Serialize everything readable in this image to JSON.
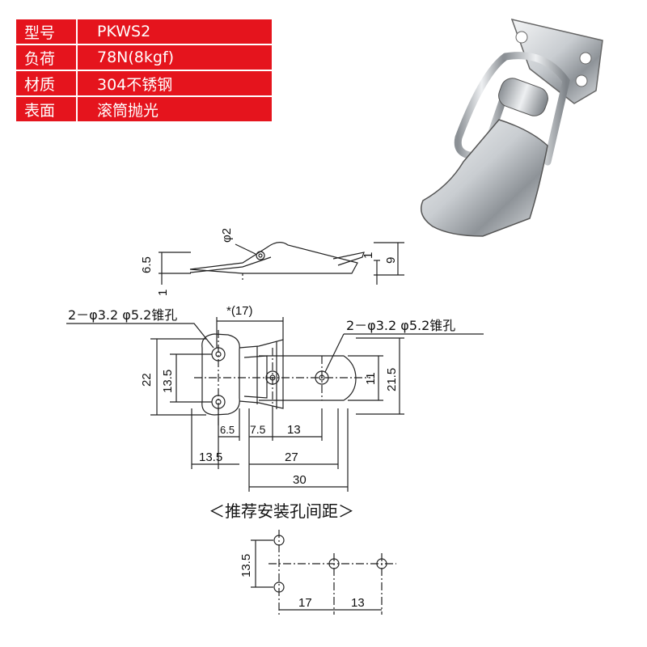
{
  "specs": [
    {
      "key": "型号",
      "value": "PKWS2"
    },
    {
      "key": "负荷",
      "value": "78N(8kgf)"
    },
    {
      "key": "材质",
      "value": "304不锈钢"
    },
    {
      "key": "表面",
      "value": "滚筒抛光"
    }
  ],
  "colors": {
    "table_bg": "#e5141d",
    "table_text": "#ffffff",
    "line": "#222222"
  },
  "side_view": {
    "dim_phi2": "φ2",
    "dim_6_5": "6.5",
    "dim_1_left": "1",
    "dim_1_right": "1",
    "dim_9": "9"
  },
  "top_view": {
    "hole_note_left": "2－φ3.2 φ5.2锥孔",
    "hole_note_right": "2－φ3.2 φ5.2锥孔",
    "dim_17": "*(17)",
    "dim_22": "22",
    "dim_13_5_v": "13.5",
    "dim_11": "11",
    "dim_21_5": "21.5",
    "dim_6_5": "6.5",
    "dim_7_5": "7.5",
    "dim_13": "13",
    "dim_13_5_h": "13.5",
    "dim_27": "27",
    "dim_30": "30"
  },
  "mounting": {
    "title": "＜推荐安装孔间距＞",
    "dim_13_5": "13.5",
    "dim_17": "17",
    "dim_13": "13"
  }
}
